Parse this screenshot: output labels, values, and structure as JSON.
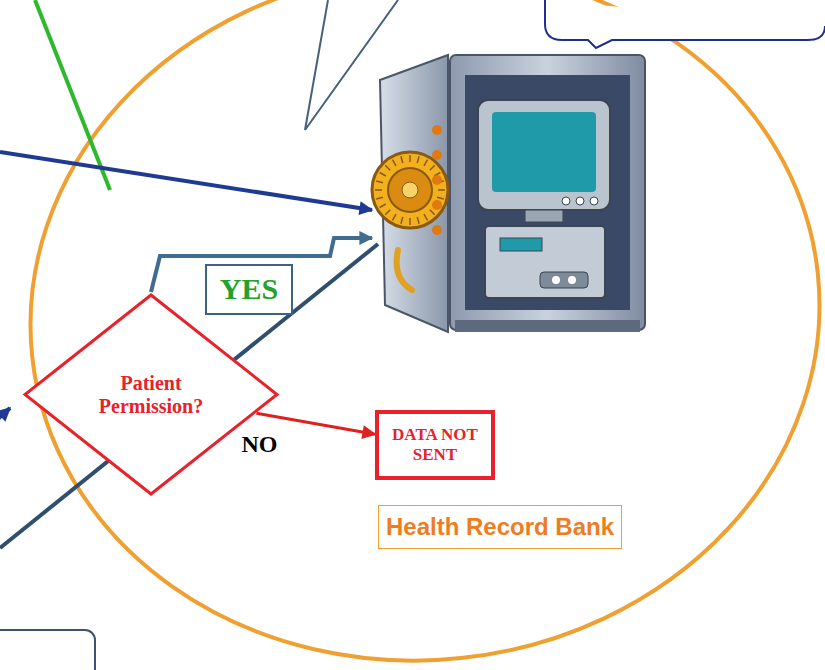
{
  "diagram": {
    "nodes": [
      {
        "text": [
          "Patient Permission?"
        ]
      },
      {
        "text": [
          "YES"
        ]
      },
      {
        "text": [
          "DATA NOT SENT"
        ]
      },
      {
        "text": [
          "Health Record Bank"
        ]
      }
    ],
    "edges": [
      {
        "from": 0,
        "to": 2,
        "arrow": "to",
        "label": "NO"
      }
    ]
  }
}
